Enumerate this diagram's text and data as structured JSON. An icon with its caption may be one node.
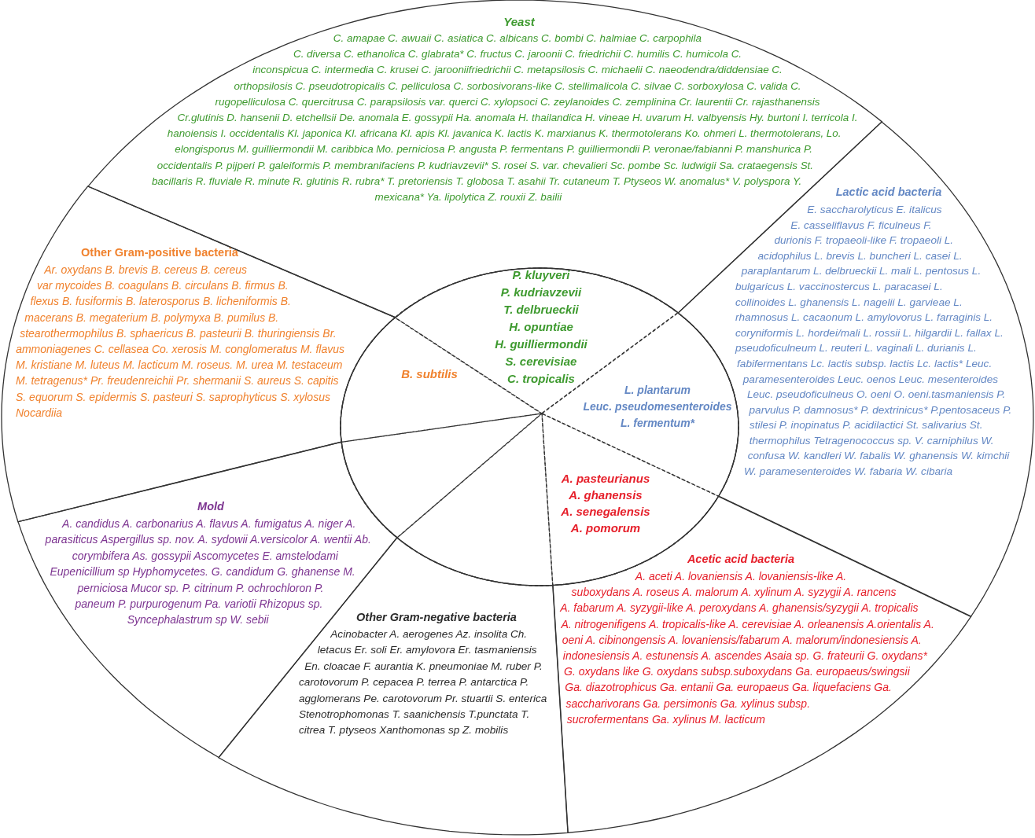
{
  "diagram": {
    "nodes": [
      {
        "text": [
          "Yeast",
          "C. amapae C. awuaii C. asiatica C. albicans C. bombi C. halmiae C. carpophila C. diversa C. ethanolica C. glabrata* C. fructus C. jaroonii C. friedrichii C. humilis C. humicola C. inconspicua C. intermedia C. krusei C. jarooniifriedrichii C. metapsilosis C. michaelii C. naeodendra/diddensiae C. orthopsilosis C. pseudotropicalis C. pelliculosa C. sorbosivorans-like C. stellimalicola C. silvae C. sorboxylosa C. valida C. rugopelliculosa C. quercitrusa C. parapsilosis var. querci C. xylopsoci C. zeylanoides C. zemplinina Cr. laurentii Cr. rajasthanensis Cr.glutinis D. hansenii D. etchellsii De. anomala E. gossypii Ha. anomala H. thailandica H. vineae H. uvarum H. valbyensis Hy. burtoni I. terricola I. hanoiensis I. occidentalis Kl. japonica Kl. africana Kl. apis Kl. javanica K. lactis K. marxianus K. thermotolerans Ko. ohmeri L. thermotolerans, Lo. elongisporus M. guilliermondii M. caribbica Mo. perniciosa P. angusta P. fermentans P. guilliermondii P. veronae/fabianni P. manshurica P. occidentalis P. pijperi P. galeiformis P. membranifaciens P. kudriavzevii* S. rosei S. var. chevalieri Sc. pombe Sc. ludwigii Sa. crataegensis St. bacillaris R. fluviale R. minute R. glutinis R. rubra* T. pretoriensis T. globosa T. asahii Tr. cutaneum T. Ptyseos W. anomalus* V. polyspora Y. mexicana* Ya. lipolytica Z. rouxii Z. bailii"
        ]
      },
      {
        "text": [
          "Other Gram-positive bacteria",
          "Ar. oxydans B. brevis B. cereus B. cereus var mycoides B. coagulans B. circulans B. firmus B. flexus B. fusiformis B. laterosporus B. licheniformis B. macerans B. megaterium B. polymyxa B. pumilus B. stearothermophilus B. sphaericus B. pasteurii B. thuringiensis Br. ammoniagenes C. cellasea Co. xerosis M. conglomeratus M. flavus M. kristiane M. luteus M. lacticum M. roseus. M. urea M. testaceum M. tetragenus* Pr. freudenreichii Pr. shermanii S. aureus S. capitis S. equorum S. epidermis S. pasteuri S. saprophyticus S. xylosus Nocardiia"
        ]
      },
      {
        "text": [
          "Lactic acid bacteria",
          "E. saccharolyticus E. italicus E. casseliflavus F. ficulneus F. durionis F. tropaeoli-like F. tropaeoli L. acidophilus L. brevis L. buncheri L. casei L. paraplantarum L. delbrueckii L. mali L. pentosus L. bulgaricus L. vaccinostercus L. paracasei L. collinoides L. ghanensis L. nagelii L. garvieae L. rhamnosus L. cacaonum L. amylovorus L. farraginis L. coryniformis L. hordei/mali L. rossii L. hilgardii L. fallax L. pseudoficulneum L. reuteri L. vaginali L. durianis L. fabifermentans Lc. lactis subsp. lactis Lc. lactis* Leuc. paramesenteroides Leuc. oenos Leuc. mesenteroides Leuc. pseudoficulneus O. oeni O. oeni.tasmaniensis P. parvulus P. damnosus* P. dextrinicus* P.pentosaceus P. stilesi P. inopinatus P. acidilactici St. salivarius St. thermophilus Tetragenococcus sp. V. carniphilus W. confusa W. kandleri W. fabalis W. ghanensis W. kimchii W. paramesenteroides W. fabaria W. cibaria"
        ]
      },
      {
        "text": [
          "Mold",
          "A. candidus A. carbonarius A. flavus A. fumigatus A. niger A. parasiticus Aspergillus sp. nov. A. sydowii A.versicolor A. wentii Ab. corymbifera As. gossypii Ascomycetes E. amstelodami Eupenicillium sp Hyphomycetes. G. candidum G. ghanense M. perniciosa Mucor sp. P. citrinum P. ochrochloron P. paneum P. purpurogenum Pa. variotii Rhizopus sp. Syncephalastrum sp W. sebii"
        ]
      },
      {
        "text": [
          "Other Gram-negative bacteria",
          "Acinobacter A. aerogenes Az. insolita Ch. letacus Er. soli Er. amylovora Er. tasmaniensis En. cloacae F. aurantia K. pneumoniae M. ruber P. carotovorum P. cepacea P. terrea P. antarctica P. agglomerans Pe. carotovorum Pr. stuartii S. enterica Stenotrophomonas T. saanichensis T.punctata T. citrea T. ptyseos Xanthomonas sp Z. mobilis"
        ]
      },
      {
        "text": [
          "Acetic acid bacteria",
          "A. aceti A. lovaniensis A. lovaniensis-like A. suboxydans A. roseus A. malorum A. xylinum A. syzygii A. rancens A. fabarum A. syzygii-like A. peroxydans A. ghanensis/syzygii A. tropicalis A. nitrogenifigens A. tropicalis-like A. cerevisiae A. orleanensis A.orientalis A. oeni A. cibinongensis A. lovaniensis/fabarum A. malorum/indonesiensis A. indonesiensis A. estunensis A. ascendes Asaia sp. G. frateurii G. oxydans* G. oxydans like G. oxydans subsp.suboxydans Ga. europaeus/swingsii Ga. diazotrophicus Ga. entanii Ga. europaeus Ga. liquefaciens Ga. saccharivorans Ga. persimonis Ga. xylinus subsp. sucrofermentans Ga. xylinus M. lacticum"
        ]
      },
      {
        "text": [],
        "shape": "ellipse"
      },
      {
        "text": [
          "P. kluyveri",
          "P. kudriavzevii",
          "T. delbrueckii",
          "H. opuntiae",
          "H. guilliermondii",
          "S. cerevisiae",
          "C. tropicalis"
        ],
        "in": 6
      },
      {
        "text": [
          "B. subtilis"
        ],
        "in": 6
      },
      {
        "text": [
          "L. plantarum",
          "Leuc. pseudomesenteroides",
          "L. fermentum*"
        ],
        "in": 6
      },
      {
        "text": [
          "A. pasteurianus",
          "A. ghanensis",
          "A. senegalensis",
          "A. pomorum"
        ],
        "in": 6
      },
      {
        "text": [],
        "shape": "sector",
        "in": 6
      },
      {
        "text": [],
        "shape": "sector",
        "in": 6
      }
    ]
  }
}
